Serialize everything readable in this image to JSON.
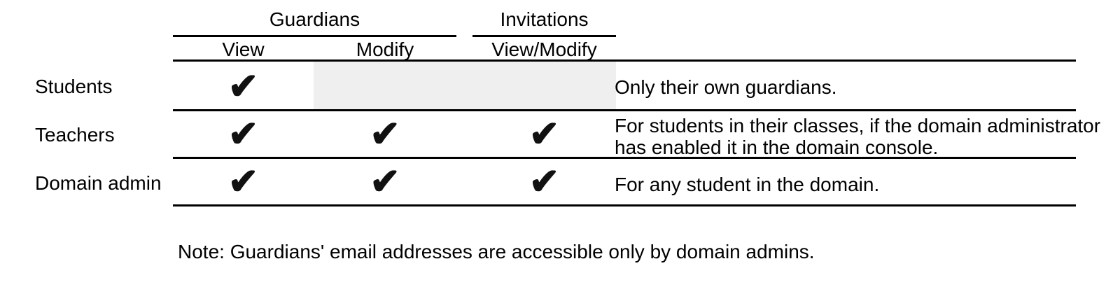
{
  "table": {
    "check_glyph": "✔",
    "column_groups": [
      {
        "label": "Guardians",
        "columns": [
          "View",
          "Modify"
        ]
      },
      {
        "label": "Invitations",
        "columns": [
          "View/Modify"
        ]
      }
    ],
    "header": {
      "guardians": "Guardians",
      "invitations": "Invitations",
      "view": "View",
      "modify": "Modify",
      "view_modify": "View/Modify"
    },
    "rows": [
      {
        "label": "Students",
        "view": true,
        "modify": false,
        "invitations_view_modify": false,
        "modify_and_invitations_disabled": true,
        "description_lines": [
          "Only their own guardians."
        ]
      },
      {
        "label": "Teachers",
        "view": true,
        "modify": true,
        "invitations_view_modify": true,
        "modify_and_invitations_disabled": false,
        "description_lines": [
          "For students in their classes, if the domain administrator",
          "has enabled it in the domain console."
        ]
      },
      {
        "label": "Domain admin",
        "view": true,
        "modify": true,
        "invitations_view_modify": true,
        "modify_and_invitations_disabled": false,
        "description_lines": [
          "For any student in the domain."
        ]
      }
    ],
    "note": "Note: Guardians' email addresses are accessible only by domain admins."
  },
  "colors": {
    "text": "#000000",
    "rule_line": "#000000",
    "check": "#111111",
    "disabled_cell_background": "#efefef"
  }
}
